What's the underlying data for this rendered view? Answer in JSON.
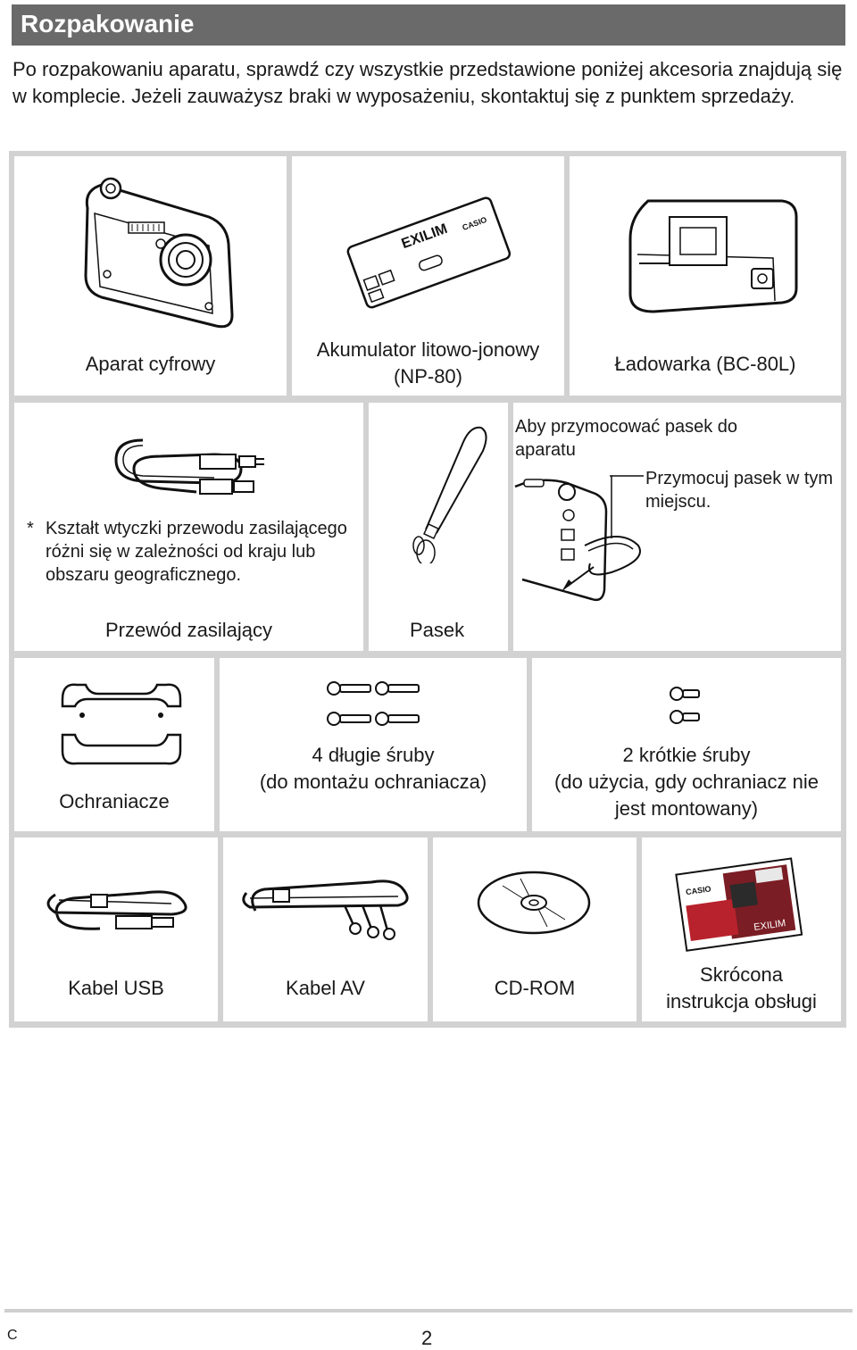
{
  "header": {
    "title": "Rozpakowanie"
  },
  "intro": {
    "text": "Po rozpakowaniu aparatu, sprawdź czy wszystkie przedstawione poniżej akcesoria znajdują się w komplecie. Jeżeli zauważysz braki w wyposażeniu, skontaktuj się z punktem sprzedaży."
  },
  "items": {
    "camera": {
      "label": "Aparat cyfrowy"
    },
    "battery": {
      "label_line1": "Akumulator litowo-jonowy",
      "label_line2": "(NP-80)",
      "print_brand": "EXILIM",
      "print_maker": "CASIO"
    },
    "charger": {
      "label": "Ładowarka (BC-80L)"
    },
    "power_cord": {
      "label": "Przewód zasilający",
      "note_star": "*",
      "note": "Kształt wtyczki przewodu zasilającego różni się w zależności od kraju lub obszaru geograficznego."
    },
    "strap": {
      "label": "Pasek"
    },
    "strap_attach": {
      "title": "Aby przymocować pasek do aparatu",
      "callout": "Przymocuj pasek w tym miejscu."
    },
    "protectors": {
      "label": "Ochraniacze"
    },
    "long_screws": {
      "label_line1": "4 długie śruby",
      "label_line2": "(do montażu ochraniacza)"
    },
    "short_screws": {
      "label_line1": "2 krótkie śruby",
      "label_line2": "(do użycia, gdy ochraniacz nie",
      "label_line3": "jest montowany)"
    },
    "usb_cable": {
      "label": "Kabel USB"
    },
    "av_cable": {
      "label": "Kabel AV"
    },
    "cdrom": {
      "label": "CD-ROM"
    },
    "quick_guide": {
      "label_line1": "Skrócona",
      "label_line2": "instrukcja obsługi",
      "print_maker": "CASIO",
      "print_brand": "EXILIM"
    }
  },
  "footer": {
    "left": "C",
    "page_number": "2"
  }
}
